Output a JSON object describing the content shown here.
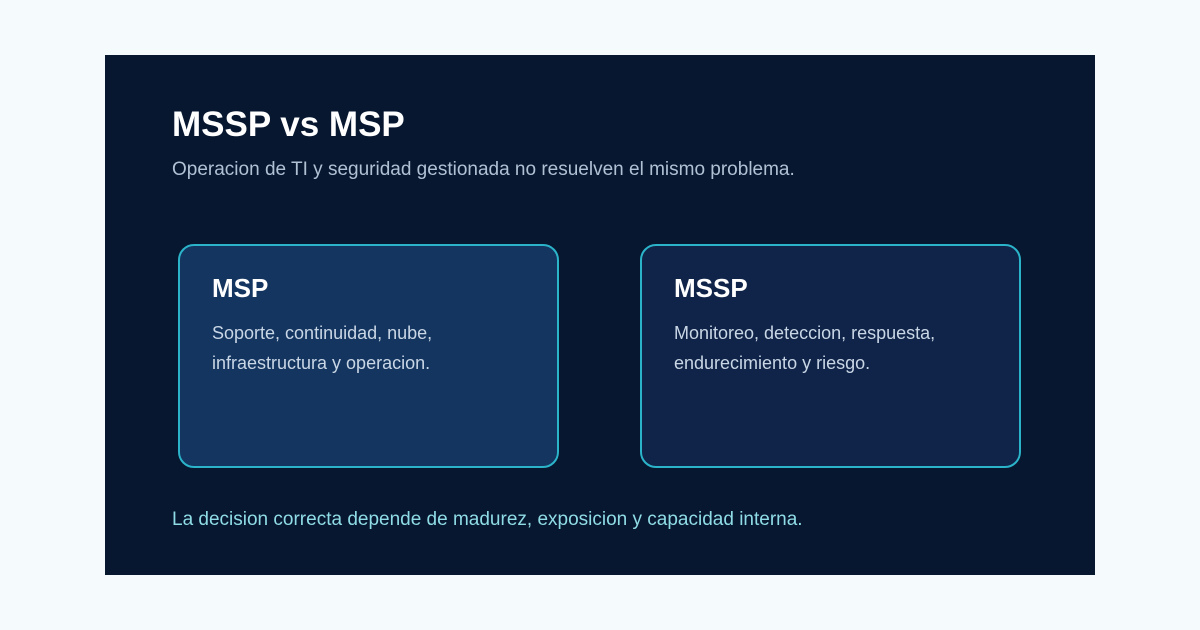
{
  "header": {
    "title": "MSSP vs MSP",
    "subtitle": "Operacion de TI y seguridad gestionada no resuelven el mismo problema."
  },
  "cards": [
    {
      "title": "MSP",
      "body": "Soporte, continuidad, nube, infraestructura y operacion."
    },
    {
      "title": "MSSP",
      "body": "Monitoreo, deteccion, respuesta, endurecimiento y riesgo."
    }
  ],
  "footer": {
    "note": "La decision correcta depende de madurez, exposicion y capacidad interna."
  },
  "colors": {
    "page_background": "#f5fafc",
    "panel_background": "#071730",
    "card_left_background": "#13355f",
    "card_right_background": "#0f2448",
    "card_border": "#2bb3c9",
    "footer_text": "#8fdce6"
  }
}
